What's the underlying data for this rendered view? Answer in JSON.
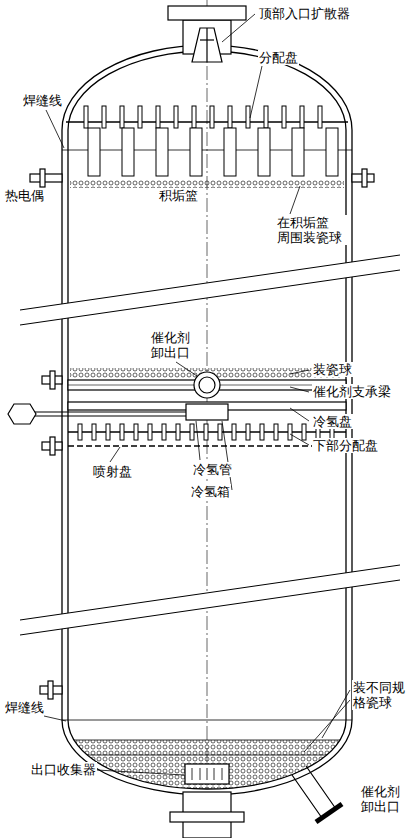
{
  "diagram": {
    "labels": [
      "顶部入口扩散器",
      "分配盘",
      "焊缝线",
      "热电偶",
      "积垢篮",
      "在积垢篮 周围装瓷球",
      "催化剂 卸出口",
      "装瓷球",
      "催化剂支承梁",
      "冷氢盘",
      "下部分配盘",
      "喷射盘",
      "冷氢管",
      "冷氢箱",
      "焊缝线",
      "装不同规 格瓷球",
      "出口收集器",
      "催化剂 卸出口"
    ]
  }
}
